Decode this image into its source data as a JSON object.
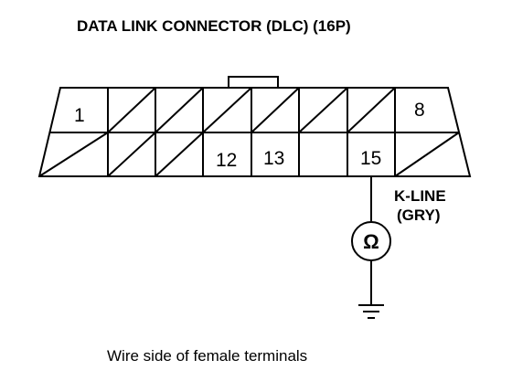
{
  "diagram": {
    "title": "DATA LINK CONNECTOR (DLC) (16P)",
    "caption": "Wire side of female terminals",
    "connector": {
      "pins": {
        "p1": "1",
        "p8": "8",
        "p12": "12",
        "p13": "13",
        "p15": "15"
      }
    },
    "wire": {
      "line1": "K-LINE",
      "line2": "(GRY)"
    },
    "meter": {
      "symbol": "Ω"
    }
  }
}
